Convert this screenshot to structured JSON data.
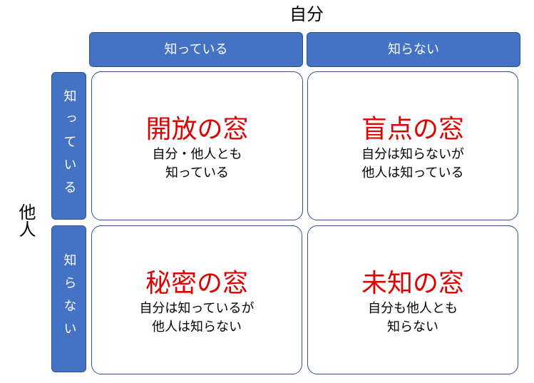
{
  "axis": {
    "self": "自分",
    "others": "他人"
  },
  "columns": [
    "知っている",
    "知らない"
  ],
  "rows": [
    "知っている",
    "知らない"
  ],
  "windows": [
    {
      "title": "開放の窓",
      "desc": "自分・他人とも\n知っている"
    },
    {
      "title": "盲点の窓",
      "desc": "自分は知らないが\n他人は知っている"
    },
    {
      "title": "秘密の窓",
      "desc": "自分は知っているが\n他人は知らない"
    },
    {
      "title": "未知の窓",
      "desc": "自分も他人とも\n知らない"
    }
  ],
  "colors": {
    "header_fill": "#4472c4",
    "header_border": "#2f528f",
    "title_red": "#e00000"
  }
}
